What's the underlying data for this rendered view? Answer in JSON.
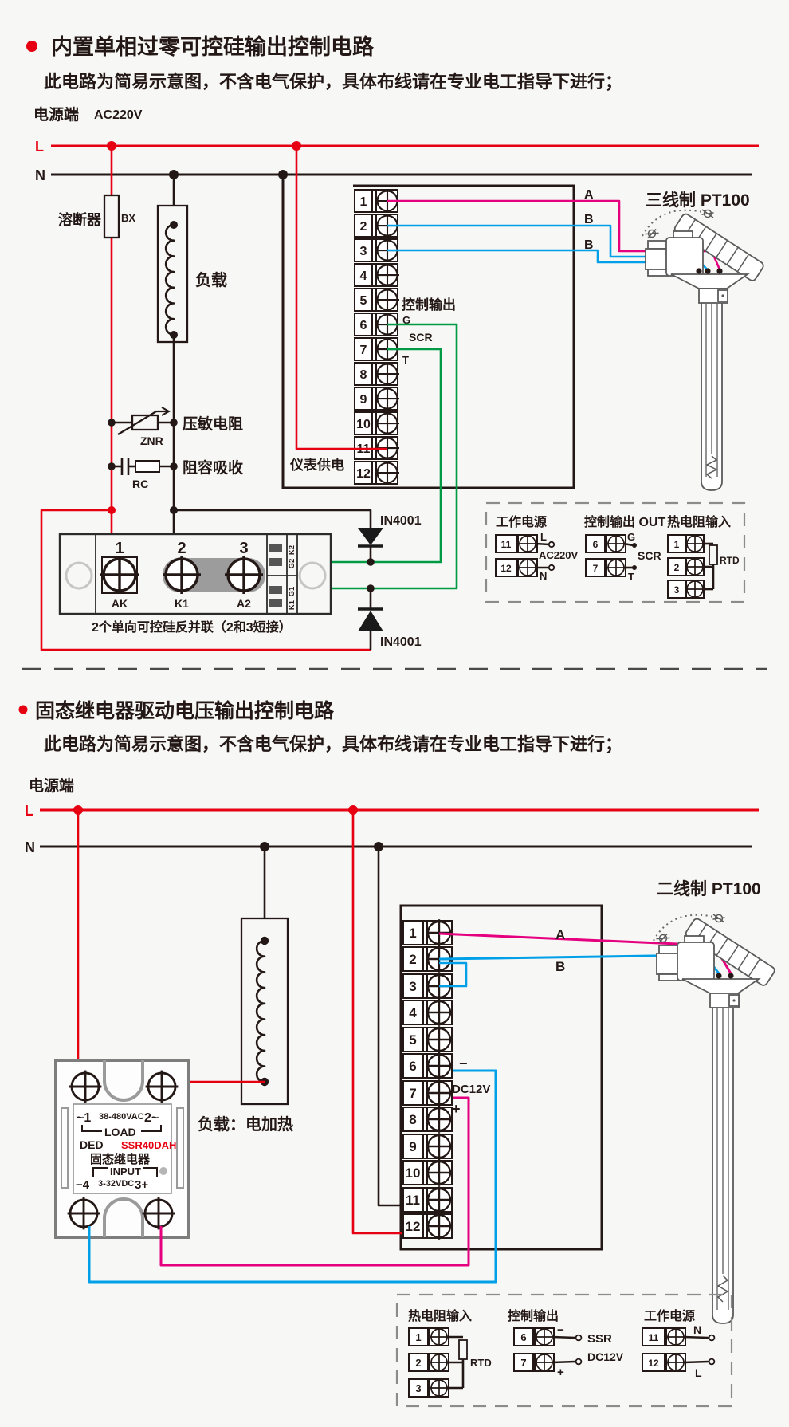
{
  "colors": {
    "background": "#f7f7f5",
    "ink": "#231815",
    "line_l_red": "#e60012",
    "wire_pink": "#e4007f",
    "wire_blue": "#00a0e9",
    "wire_green": "#009944",
    "ssr_model_red": "#e60012"
  },
  "s1": {
    "title": "内置单相过零可控硅输出控制电路",
    "sub": "此电路为简易示意图，不含电气保护，具体布线请在专业电工指导下进行；",
    "power": "电源端",
    "volt": "AC220V",
    "l": "L",
    "n": "N",
    "fuse": "溶断器",
    "fuse_c": "BX",
    "load": "负载",
    "znr_t": "压敏电阻",
    "znr": "ZNR",
    "rc_t": "阻容吸收",
    "rc": "RC",
    "meter": "仪表供电",
    "cout": "控制输出",
    "g": "G",
    "scr": "SCR",
    "t": "T",
    "a": "A",
    "b1": "B",
    "b2": "B",
    "pt": "三线制 PT100",
    "d1": "IN4001",
    "d2": "IN4001",
    "term": [
      "1",
      "2",
      "3",
      "4",
      "5",
      "6",
      "7",
      "8",
      "9",
      "10",
      "11",
      "12"
    ],
    "mod": {
      "n1": "1",
      "n2": "2",
      "n3": "3",
      "ak": "AK",
      "k1": "K1",
      "a2": "A2",
      "pk2": "K2",
      "pg2": "G2",
      "pg1": "G1",
      "pk1": "K1",
      "cap": "2个单向可控硅反并联（2和3短接）"
    },
    "lg": {
      "pw": "工作电源",
      "n11": "11",
      "n12": "12",
      "l": "L",
      "n": "N",
      "v": "AC220V",
      "out": "控制输出 OUT",
      "n6": "6",
      "n7": "7",
      "g": "G",
      "t": "T",
      "scr": "SCR",
      "rtd_t": "热电阻输入",
      "n1": "1",
      "n2": "2",
      "n3": "3",
      "rtd": "RTD"
    }
  },
  "s2": {
    "title": "固态继电器驱动电压输出控制电路",
    "sub": "此电路为简易示意图，不含电气保护，具体布线请在专业电工指导下进行；",
    "power": "电源端",
    "l": "L",
    "n": "N",
    "load": "负载：电加热",
    "pt": "二线制 PT100",
    "a": "A",
    "b": "B",
    "minus": "−",
    "plus": "+",
    "dc": "DC12V",
    "term": [
      "1",
      "2",
      "3",
      "4",
      "5",
      "6",
      "7",
      "8",
      "9",
      "10",
      "11",
      "12"
    ],
    "ssr": {
      "t1": "~1",
      "vac": "38-480VAC",
      "t2": "2~",
      "load": "LOAD",
      "ded": "DED",
      "model": "SSR40DAH",
      "name": "固态继电器",
      "input": "INPUT",
      "m4": "−4",
      "vdc": "3-32VDC",
      "p3": "3+"
    },
    "lg": {
      "rtd_t": "热电阻输入",
      "n1": "1",
      "n2": "2",
      "n3": "3",
      "rtd": "RTD",
      "out": "控制输出",
      "n6": "6",
      "n7": "7",
      "minus": "−",
      "plus": "+",
      "ssr": "SSR",
      "dc": "DC12V",
      "pw": "工作电源",
      "n11": "11",
      "n12": "12",
      "n": "N",
      "l": "L"
    }
  }
}
